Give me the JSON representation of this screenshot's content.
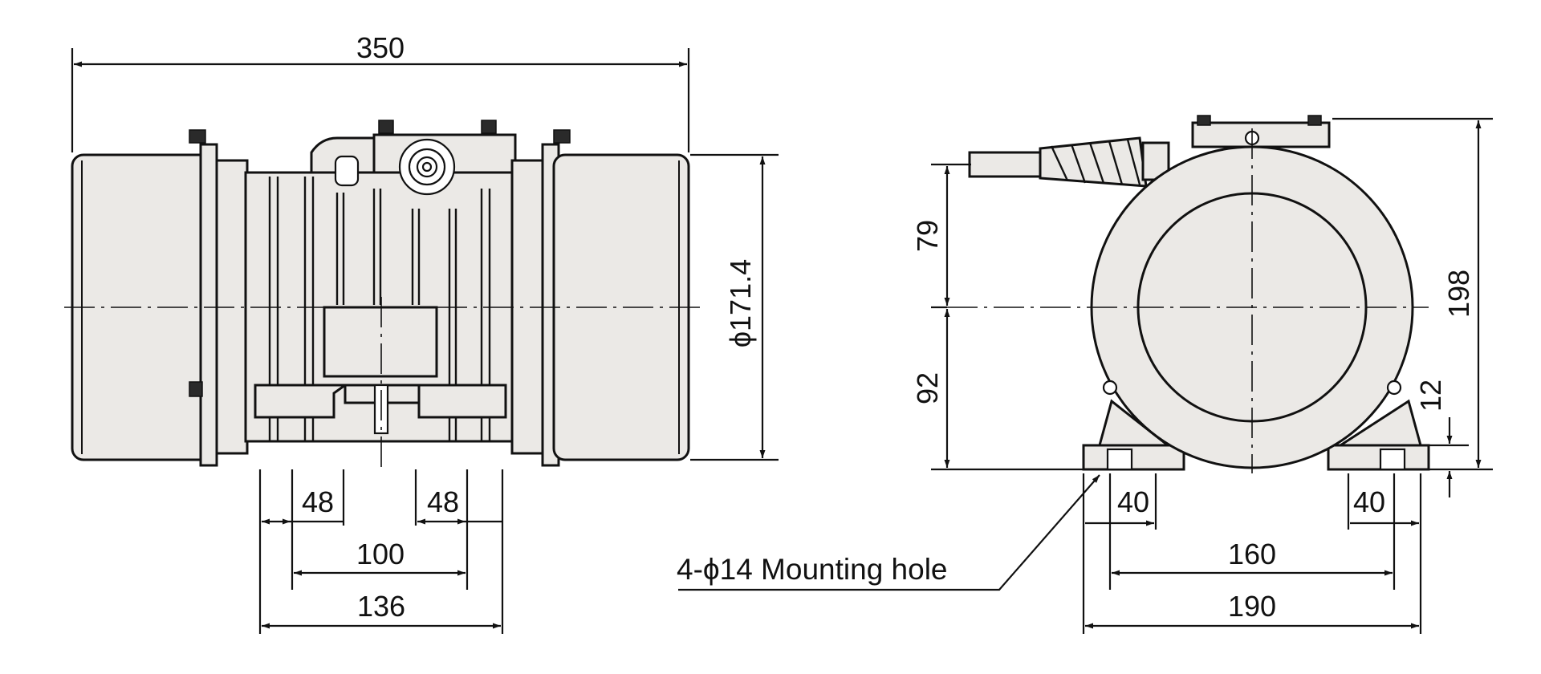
{
  "dimensions": {
    "overall_length": "350",
    "diameter": "ϕ171.4",
    "foot_spacing_left": "48",
    "foot_spacing_right": "48",
    "hole_pitch": "100",
    "base_length": "136",
    "upper_height": "79",
    "lower_height": "92",
    "total_height": "198",
    "foot_thickness": "12",
    "foot_hole_left": "40",
    "foot_hole_right": "40",
    "hole_span": "160",
    "base_width": "190"
  },
  "note": {
    "mounting_hole": "4-ϕ14 Mounting hole"
  }
}
